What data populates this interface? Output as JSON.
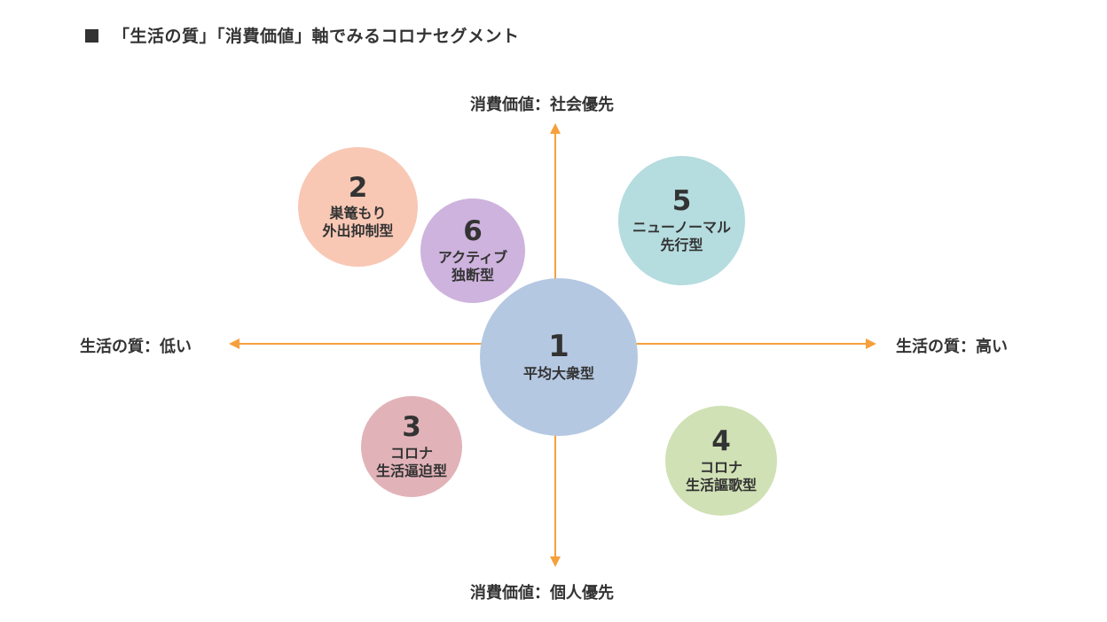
{
  "title": "「生活の質」「消費価値」軸でみるコロナセグメント",
  "colors": {
    "axis": "#f5a03c",
    "text": "#333333"
  },
  "axes": {
    "top": "消費価値：社会優先",
    "bottom": "消費価値：個人優先",
    "left": "生活の質：低い",
    "right": "生活の質：高い"
  },
  "segments": [
    {
      "number": "1",
      "name": "平均大衆型",
      "color": "#b5c8e2"
    },
    {
      "number": "2",
      "name": "巣篭もり\n外出抑制型",
      "color": "#f8c8b5"
    },
    {
      "number": "3",
      "name": "コロナ\n生活逼迫型",
      "color": "#e1b3b8"
    },
    {
      "number": "4",
      "name": "コロナ\n生活謳歌型",
      "color": "#d0e1b5"
    },
    {
      "number": "5",
      "name": "ニューノーマル\n先行型",
      "color": "#b5dcdf"
    },
    {
      "number": "6",
      "name": "アクティブ\n独断型",
      "color": "#cdb3dd"
    }
  ]
}
